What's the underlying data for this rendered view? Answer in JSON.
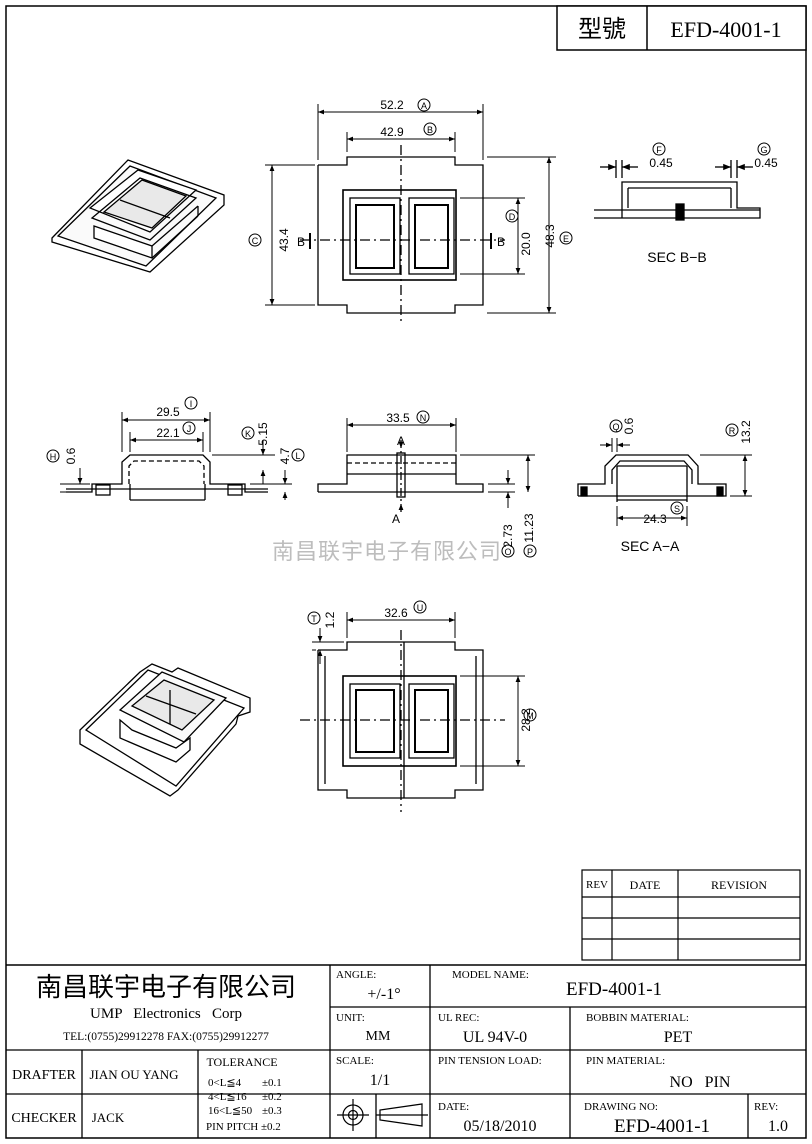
{
  "header": {
    "model_label": "型號",
    "model": "EFD-4001-1"
  },
  "watermark": "南昌联宇电子有限公司",
  "top_view": {
    "dims": [
      {
        "value": "52.2",
        "tag": "A"
      },
      {
        "value": "42.9",
        "tag": "B"
      },
      {
        "value": "43.4",
        "tag": "C"
      },
      {
        "value": "20.0",
        "tag": "D"
      },
      {
        "value": "48.3",
        "tag": "E"
      }
    ],
    "section_mark": "B"
  },
  "sec_bb": {
    "title": "SEC B−B",
    "dims": [
      {
        "value": "0.45",
        "tag": "F"
      },
      {
        "value": "0.45",
        "tag": "G"
      }
    ]
  },
  "side_view": {
    "dims": [
      {
        "value": "29.5",
        "tag": "I"
      },
      {
        "value": "22.1",
        "tag": "J"
      },
      {
        "value": "5.15",
        "tag": "K"
      },
      {
        "value": "4.7",
        "tag": "L"
      },
      {
        "value": "0.6",
        "tag": "H"
      }
    ]
  },
  "front_view": {
    "dims": [
      {
        "value": "33.5",
        "tag": "N"
      },
      {
        "value": "2.73",
        "tag": "O"
      },
      {
        "value": "11.23",
        "tag": "P"
      }
    ],
    "section_mark": "A"
  },
  "sec_aa": {
    "title": "SEC A−A",
    "dims": [
      {
        "value": "0.6",
        "tag": "Q"
      },
      {
        "value": "13.2",
        "tag": "R"
      },
      {
        "value": "24.3",
        "tag": "S"
      }
    ]
  },
  "bottom_view": {
    "dims": [
      {
        "value": "1.2",
        "tag": "T"
      },
      {
        "value": "32.6",
        "tag": "U"
      },
      {
        "value": "28.2",
        "tag": "M"
      }
    ]
  },
  "revision_table": {
    "headers": [
      "REV",
      "DATE",
      "REVISION"
    ]
  },
  "title_block": {
    "company_cn": "南昌联宇电子有限公司",
    "company_en": "UMP   Electronics   Corp",
    "contact": "TEL:(0755)29912278 FAX:(0755)29912277",
    "angle_label": "ANGLE:",
    "angle_value": "+/-1°",
    "model_name_label": "MODEL NAME:",
    "model_name_value": "EFD-4001-1",
    "unit_label": "UNIT:",
    "unit_value": "MM",
    "ul_rec_label": "UL REC:",
    "ul_rec_value": "UL 94V-0",
    "bobbin_label": "BOBBIN MATERIAL:",
    "bobbin_value": "PET",
    "drafter_label": "DRAFTER",
    "drafter_value": "JIAN OU YANG",
    "checker_label": "CHECKER",
    "checker_value": "JACK",
    "tolerance_label": "TOLERANCE",
    "tolerance_rows": [
      {
        "range": "0<L≦4",
        "tol": "±0.1"
      },
      {
        "range": "4<L≦16",
        "tol": "±0.2"
      },
      {
        "range": "16<L≦50",
        "tol": "±0.3"
      }
    ],
    "pin_pitch": "PIN PITCH ±0.2",
    "scale_label": "SCALE:",
    "scale_value": "1/1",
    "pin_tension_label": "PIN TENSION LOAD:",
    "pin_material_label": "PIN MATERIAL:",
    "pin_material_value": "NO   PIN",
    "date_label": "DATE:",
    "date_value": "05/18/2010",
    "drawing_no_label": "DRAWING NO:",
    "drawing_no_value": "EFD-4001-1",
    "rev_label": "REV:",
    "rev_value": "1.0"
  }
}
